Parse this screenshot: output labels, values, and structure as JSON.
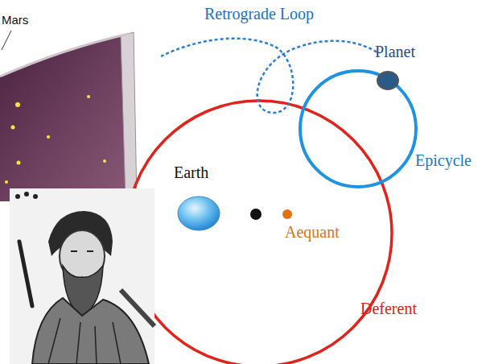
{
  "diagram": {
    "labels": [
      "Mars",
      "Retrograde Loop",
      "Planet",
      "Epicycle",
      "Earth",
      "Aequant",
      "Deferent"
    ]
  }
}
